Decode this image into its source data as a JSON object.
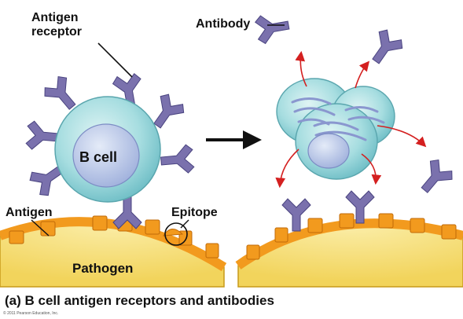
{
  "labels": {
    "antigen_receptor_line1": "Antigen",
    "antigen_receptor_line2": "receptor",
    "b_cell": "B cell",
    "antigen": "Antigen",
    "epitope": "Epitope",
    "pathogen": "Pathogen",
    "antibody": "Antibody"
  },
  "caption": "(a) B cell antigen receptors and antibodies",
  "copyright": "© 2011 Pearson Education, Inc.",
  "colors": {
    "receptor": "#7a71ad",
    "receptor_outline": "#4a4480",
    "cell_body": "#a6dde0",
    "nucleus": "#b8c6e8",
    "pathogen_fill": "#f4df7a",
    "antigen": "#f29a1e",
    "arrow": "#d42020"
  }
}
